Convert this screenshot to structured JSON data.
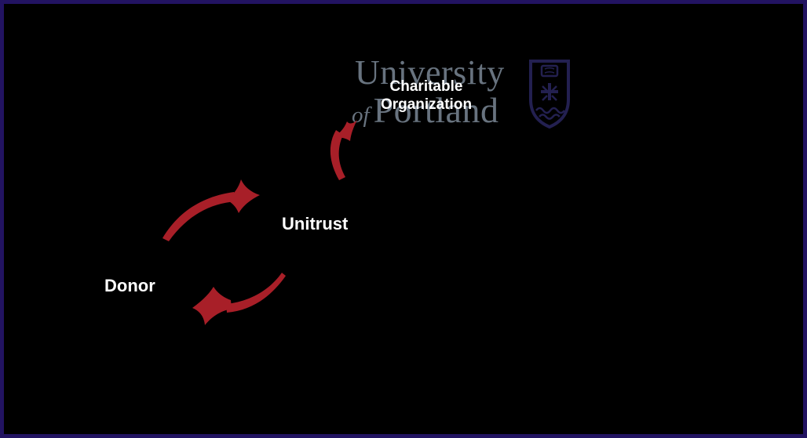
{
  "colors": {
    "background": "#000000",
    "border": "#221361",
    "arrow_red": "#a81f28",
    "wordmark_gray": "#68737f",
    "shield_navy": "#232050",
    "label_white": "#ffffff"
  },
  "logo": {
    "line1": "University",
    "of": "of",
    "line2": "Portland",
    "shield_icon": "university-of-portland-shield"
  },
  "diagram": {
    "charitable_org": {
      "line1": "Charitable",
      "line2": "Organization"
    },
    "unitrust": {
      "label": "Unitrust"
    },
    "donor": {
      "label": "Donor"
    },
    "arrows": [
      {
        "name": "donor-to-unitrust",
        "direction": "curved up-right from Donor toward Unitrust"
      },
      {
        "name": "unitrust-to-donor",
        "direction": "curved down-left from Unitrust toward Donor"
      },
      {
        "name": "unitrust-to-charitable-org",
        "direction": "curved upward from Unitrust toward Charitable Organization"
      }
    ]
  }
}
